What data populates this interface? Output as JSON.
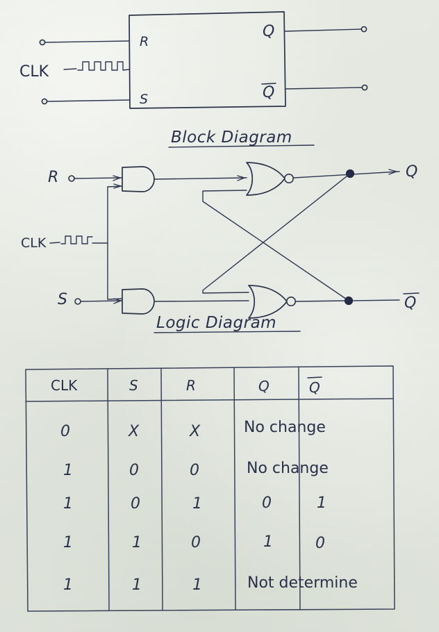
{
  "document": {
    "kind": "handwritten-notes",
    "subject": "SR Flip-Flop (clocked) notes",
    "ink_color": "#2a3246",
    "paper_color": "#e6e9e2"
  },
  "block_diagram": {
    "caption": "Block Diagram",
    "input_labels": {
      "r": "R",
      "s": "S",
      "clk": "CLK"
    },
    "output_labels": {
      "q": "Q",
      "q_bar": "Q"
    },
    "q_bar_has_overbar": true,
    "clock_symbol": "square-wave"
  },
  "logic_diagram": {
    "caption": "Logic Diagram",
    "input_labels": {
      "r": "R",
      "s": "S",
      "clk": "CLK"
    },
    "output_labels": {
      "q": "Q",
      "q_bar": "Q"
    },
    "q_bar_has_overbar": true,
    "gates": [
      {
        "name": "and-gate-top",
        "type": "AND",
        "inputs": [
          "R",
          "CLK"
        ]
      },
      {
        "name": "and-gate-bottom",
        "type": "AND",
        "inputs": [
          "S",
          "CLK"
        ]
      },
      {
        "name": "nor-gate-top",
        "type": "NOR",
        "output": "Q"
      },
      {
        "name": "nor-gate-bottom",
        "type": "NOR",
        "output": "Q-bar"
      }
    ],
    "feedback": "cross-coupled"
  },
  "truth_table": {
    "columns": [
      "CLK",
      "S",
      "R",
      "Q",
      "Q"
    ],
    "q_bar_column_index": 4,
    "rows": [
      {
        "clk": "0",
        "s": "X",
        "r": "X",
        "q": "",
        "qbar": "",
        "span_text": "No change"
      },
      {
        "clk": "1",
        "s": "0",
        "r": "0",
        "q": "",
        "qbar": "",
        "span_text": "No change"
      },
      {
        "clk": "1",
        "s": "0",
        "r": "1",
        "q": "0",
        "qbar": "1",
        "span_text": ""
      },
      {
        "clk": "1",
        "s": "1",
        "r": "0",
        "q": "1",
        "qbar": "0",
        "span_text": ""
      },
      {
        "clk": "1",
        "s": "1",
        "r": "1",
        "q": "",
        "qbar": "",
        "span_text": "Not determine"
      }
    ]
  }
}
